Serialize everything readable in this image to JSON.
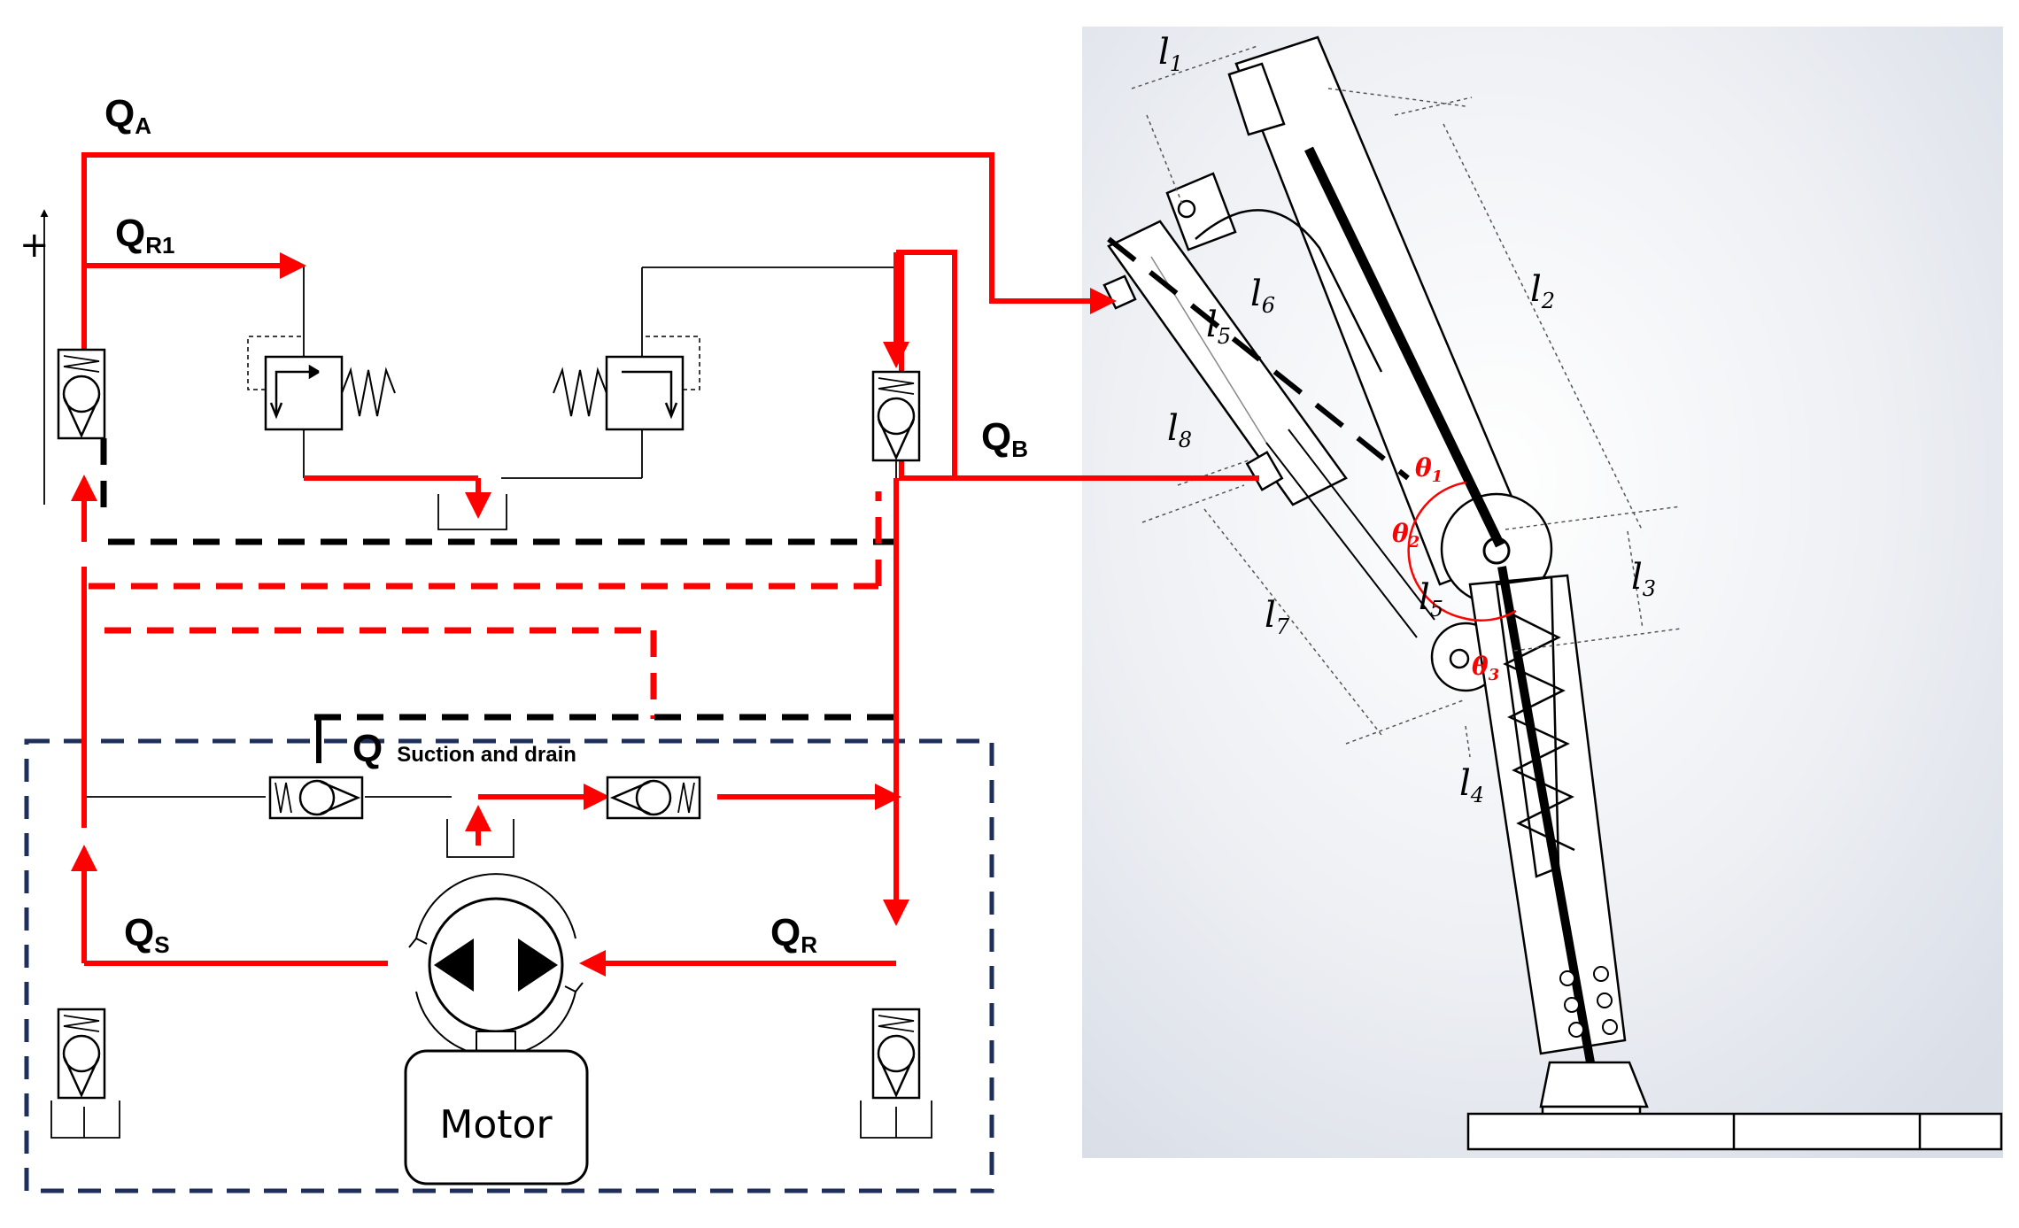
{
  "flow_labels": {
    "qa": {
      "main": "Q",
      "sub": "A"
    },
    "qr1": {
      "main": "Q",
      "sub": "R1"
    },
    "qb": {
      "main": "Q",
      "sub": "B"
    },
    "qs": {
      "main": "Q",
      "sub": "S"
    },
    "qr": {
      "main": "Q",
      "sub": "R"
    },
    "qsuction": {
      "main": "Q",
      "sub": "Suction and drain"
    }
  },
  "motor_label": "Motor",
  "plus_sign": "+",
  "link_labels": {
    "l1": {
      "main": "l",
      "sub": "1"
    },
    "l2": {
      "main": "l",
      "sub": "2"
    },
    "l3": {
      "main": "l",
      "sub": "3"
    },
    "l4": {
      "main": "l",
      "sub": "4"
    },
    "l5a": {
      "main": "l",
      "sub": "5"
    },
    "l5b": {
      "main": "l",
      "sub": "5"
    },
    "l6": {
      "main": "l",
      "sub": "6"
    },
    "l7": {
      "main": "l",
      "sub": "7"
    },
    "l8": {
      "main": "l",
      "sub": "8"
    }
  },
  "angle_labels": {
    "theta1": {
      "main": "θ",
      "sub": "1"
    },
    "theta2": {
      "main": "θ",
      "sub": "2"
    },
    "theta3": {
      "main": "θ",
      "sub": "3"
    }
  },
  "colors": {
    "flow_line": "#ff0000",
    "pilot_line_black": "#000000",
    "pilot_line_red": "#ff0000",
    "pump_unit_border": "#1f2f5c",
    "background_gradient": "#dde2ea"
  }
}
